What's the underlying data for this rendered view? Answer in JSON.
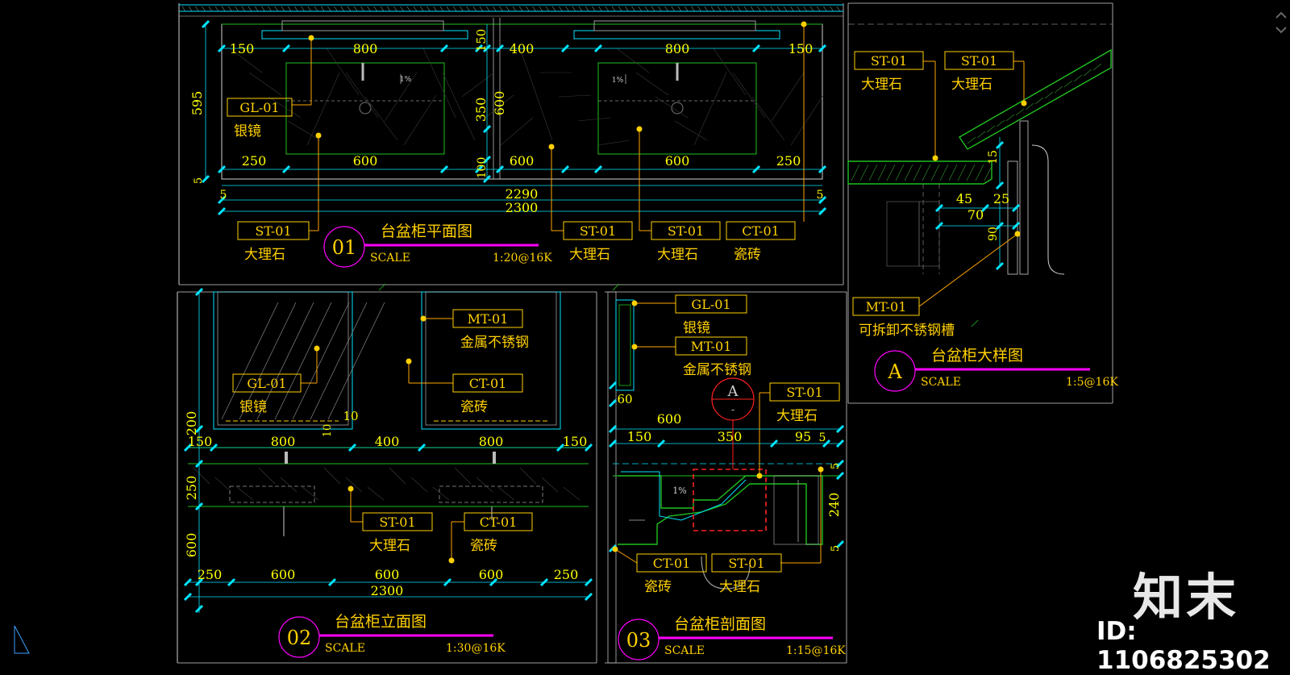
{
  "colors": {
    "background": "#000000",
    "frame": "#d0d0d0",
    "cyan": "#00e5ff",
    "dim": "#ffff00",
    "green": "#1fbf1f",
    "label": "#ffd000",
    "leader": "#ffa500",
    "magenta": "#ff00ff",
    "section_red": "#ff2020"
  },
  "plan": {
    "number": "01",
    "title": "台盆柜平面图",
    "scale_label": "SCALE",
    "scale": "1:20@16K",
    "dims_top": [
      "150",
      "800",
      "150",
      "400",
      "800",
      "150"
    ],
    "dims_side": [
      "595",
      "350",
      "600",
      "100",
      "5"
    ],
    "dims_bottom": [
      "250",
      "600",
      "600",
      "600",
      "250"
    ],
    "dims_total": [
      "2290",
      "2300",
      "5",
      "5"
    ],
    "slope_labels": [
      "1%",
      "1%"
    ],
    "tags": [
      {
        "code": "GL-01",
        "name": "银镜"
      },
      {
        "code": "ST-01",
        "name": "大理石"
      },
      {
        "code": "ST-01",
        "name": "大理石"
      },
      {
        "code": "ST-01",
        "name": "大理石"
      },
      {
        "code": "CT-01",
        "name": "瓷砖"
      }
    ]
  },
  "elevation": {
    "number": "02",
    "title": "台盆柜立面图",
    "scale_label": "SCALE",
    "scale": "1:30@16K",
    "dims_top": [
      "150",
      "800",
      "400",
      "800",
      "150"
    ],
    "dims_side": [
      "200",
      "250",
      "600"
    ],
    "dims_small": [
      "10",
      "10"
    ],
    "dims_bottom": [
      "250",
      "600",
      "600",
      "600",
      "250"
    ],
    "dims_total": "2300",
    "tags": [
      {
        "code": "MT-01",
        "name": "金属不锈钢"
      },
      {
        "code": "GL-01",
        "name": "银镜"
      },
      {
        "code": "CT-01",
        "name": "瓷砖"
      },
      {
        "code": "ST-01",
        "name": "大理石"
      },
      {
        "code": "CT-01",
        "name": "瓷砖"
      }
    ]
  },
  "section": {
    "number": "03",
    "title": "台盆柜剖面图",
    "scale_label": "SCALE",
    "scale": "1:15@16K",
    "callout_letter": "A",
    "callout_sub": "-",
    "dims": [
      "60",
      "600",
      "150",
      "350",
      "95",
      "5",
      "5",
      "240",
      "5"
    ],
    "slope_label": "1%",
    "tags": [
      {
        "code": "GL-01",
        "name": "银镜"
      },
      {
        "code": "MT-01",
        "name": "金属不锈钢"
      },
      {
        "code": "ST-01",
        "name": "大理石"
      },
      {
        "code": "CT-01",
        "name": "瓷砖"
      },
      {
        "code": "ST-01",
        "name": "大理石"
      }
    ]
  },
  "detail": {
    "number": "A",
    "title": "台盆柜大样图",
    "scale_label": "SCALE",
    "scale": "1:5@16K",
    "dims": [
      "15",
      "45",
      "25",
      "70",
      "90"
    ],
    "tags": [
      {
        "code": "ST-01",
        "name": "大理石"
      },
      {
        "code": "ST-01",
        "name": "大理石"
      },
      {
        "code": "MT-01",
        "name": "可拆卸不锈钢槽"
      }
    ]
  },
  "watermark": {
    "logo": "知末",
    "id": "ID: 1106825302"
  }
}
